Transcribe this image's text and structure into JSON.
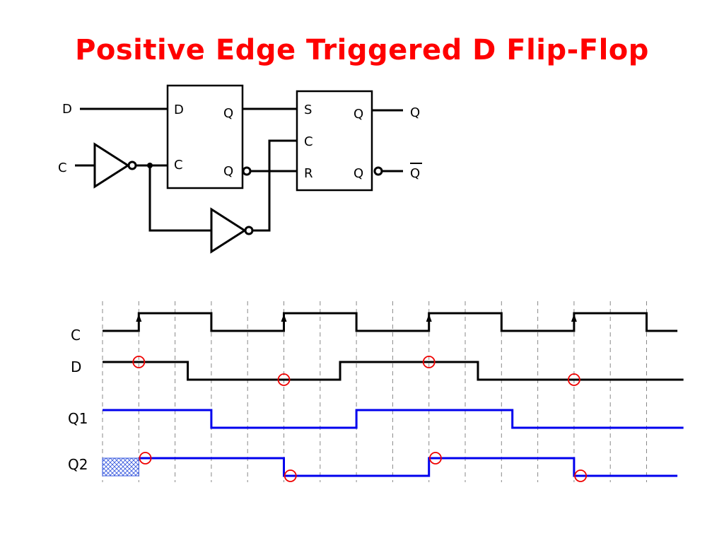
{
  "title": "Positive Edge Triggered D Flip-Flop",
  "circuit": {
    "input_d": "D",
    "input_c": "C",
    "latch1": {
      "pin_d": "D",
      "pin_c": "C",
      "pin_q": "Q",
      "pin_qbar": "Q"
    },
    "latch2": {
      "pin_s": "S",
      "pin_c": "C",
      "pin_r": "R",
      "pin_q": "Q",
      "pin_qbar": "Q"
    },
    "output_q": "Q",
    "output_qbar": "Q"
  },
  "timing": {
    "signals": [
      "C",
      "D",
      "Q1",
      "Q2"
    ],
    "colors": {
      "C": "#000000",
      "D": "#000000",
      "Q1": "#0000ee",
      "Q2": "#0000ee",
      "markers": "#ee0000"
    },
    "grid_lines": 16,
    "C_levels": [
      0,
      1,
      1,
      0,
      0,
      1,
      1,
      0,
      0,
      1,
      1,
      0,
      0,
      1,
      1,
      0
    ],
    "D_levels": [
      1,
      1,
      1,
      0,
      0,
      0,
      0,
      1,
      1,
      1,
      1,
      0,
      0,
      0,
      0,
      0
    ],
    "Q1_levels": [
      1,
      1,
      1,
      0,
      0,
      0,
      0,
      1,
      1,
      1,
      1,
      0,
      0,
      0,
      0,
      0
    ],
    "Q2_levels": [
      "X",
      1,
      1,
      1,
      1,
      0,
      0,
      0,
      0,
      1,
      1,
      1,
      1,
      0,
      0,
      0
    ]
  }
}
